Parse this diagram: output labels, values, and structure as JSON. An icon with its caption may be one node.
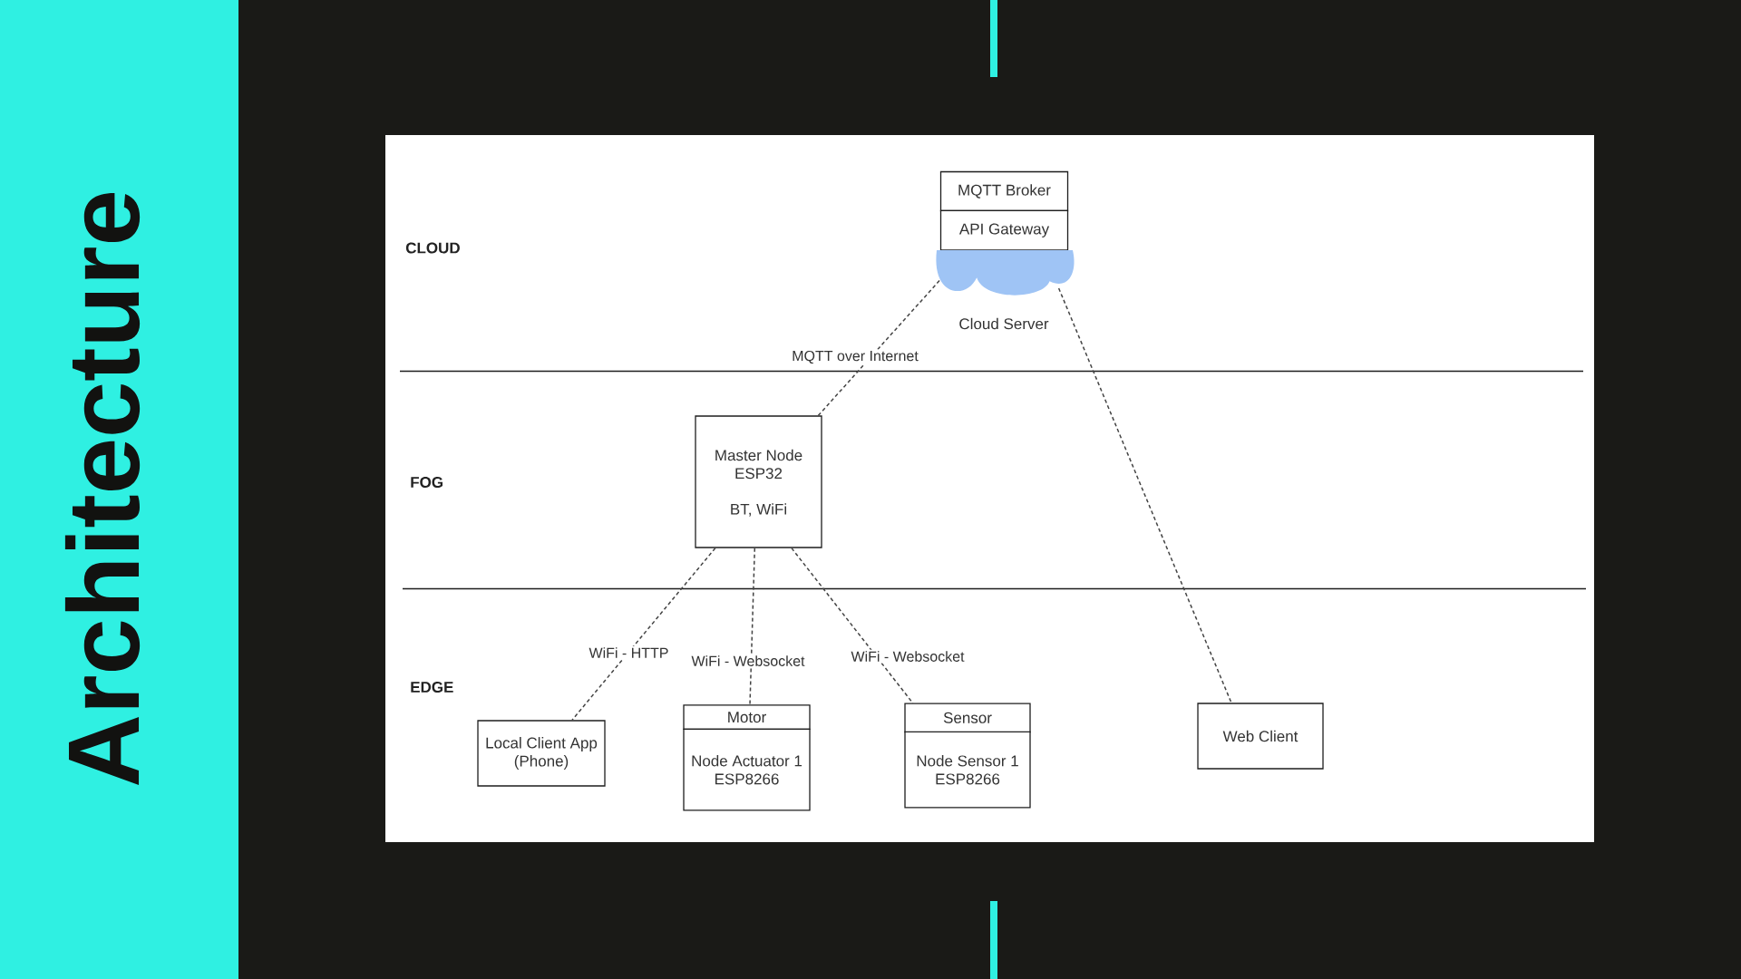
{
  "diagram": {
    "title": "Architecture",
    "nodes": [
      {
        "text": [
          "MQTT Broker"
        ]
      },
      {
        "text": [
          "API Gateway"
        ]
      },
      {
        "text": [],
        "shape": "cloud",
        "beside": [
          "Cloud Server"
        ]
      },
      {
        "text": [
          "Master Node ESP32",
          "BT, WiFi"
        ]
      },
      {
        "text": [
          "Local Client App (Phone)"
        ]
      },
      {
        "text": [
          "Motor",
          "Node Actuator 1 ESP8266"
        ]
      },
      {
        "text": [
          "Sensor",
          "Node Sensor 1 ESP8266"
        ]
      },
      {
        "text": [
          "Web Client"
        ]
      }
    ],
    "edges": [
      {
        "from": 2,
        "to": 3,
        "arrow": "none",
        "style": "dashed",
        "label": "MQTT over Internet"
      },
      {
        "from": 2,
        "to": 7,
        "arrow": "none",
        "style": "dashed"
      },
      {
        "from": 3,
        "to": 4,
        "arrow": "none",
        "style": "dashed",
        "label": "WiFi - HTTP"
      },
      {
        "from": 3,
        "to": 5,
        "arrow": "none",
        "style": "dashed",
        "label": "WiFi - Websocket"
      },
      {
        "from": 3,
        "to": 6,
        "arrow": "none",
        "style": "dashed",
        "label": "WiFi - Websocket"
      }
    ],
    "labels": [
      "CLOUD",
      "FOG",
      "EDGE"
    ]
  }
}
